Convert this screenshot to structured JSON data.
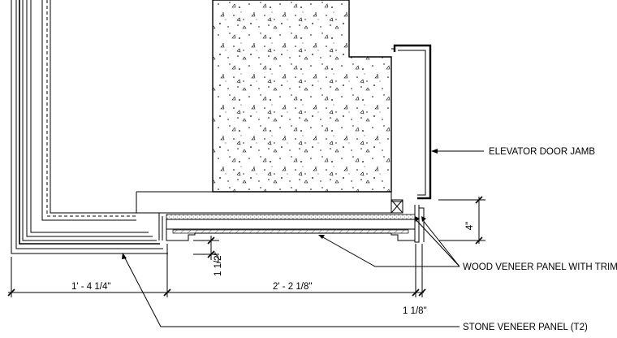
{
  "labels": {
    "elevator_door_jamb": "ELEVATOR DOOR JAMB",
    "wood_veneer_panel": "WOOD VENEER PANEL WITH TRIM",
    "stone_veneer_panel": "STONE VENEER PANEL (T2)"
  },
  "dimensions": {
    "left_span": "1' - 4 1/4\"",
    "middle_span": "2' - 2 1/8\"",
    "right_small": "1 1/8\"",
    "vertical_4": "4\"",
    "vertical_1_5": "1 1/2\""
  }
}
